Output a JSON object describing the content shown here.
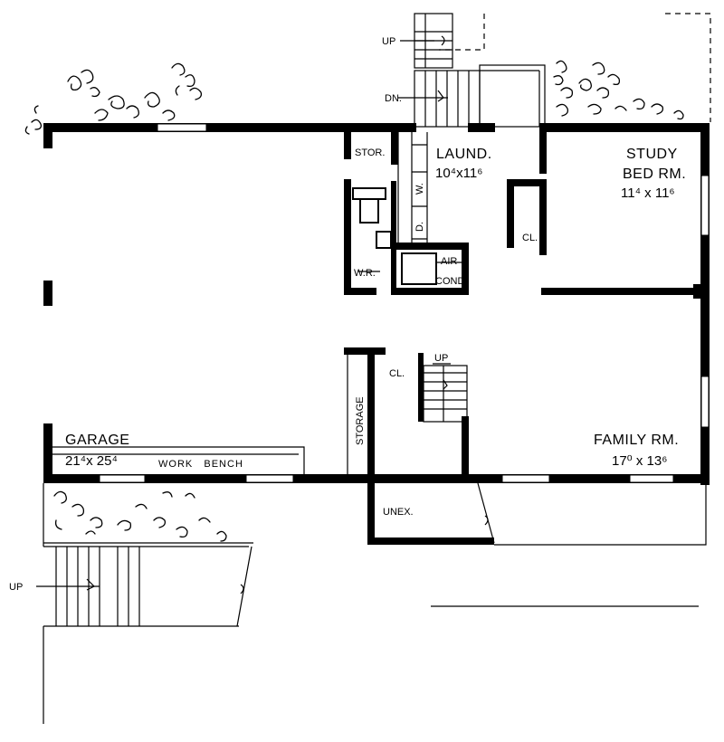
{
  "labels": {
    "up_top": "UP",
    "dn_top": "DN.",
    "stor": "STOR.",
    "laund": "LAUND.",
    "laund_dim": "10⁴x11⁶",
    "study": "STUDY",
    "bed_rm": "BED RM.",
    "study_dim": "11⁴ x 11⁶",
    "w": "W.",
    "d": "D.",
    "cl_study": "CL.",
    "wr": "W.R.",
    "air": "AIR",
    "cond": "COND.",
    "up_stair": "UP",
    "cl_hall": "CL.",
    "storage": "STORAGE",
    "garage": "GARAGE",
    "garage_dim": "21⁴x 25⁴",
    "work_bench": "WORK   BENCH",
    "family_rm": "FAMILY RM.",
    "family_dim": "17⁰ x 13⁶",
    "unex": "UNEX.",
    "up_bottom": "UP"
  },
  "colors": {
    "ink": "#000000",
    "paper": "#ffffff"
  }
}
